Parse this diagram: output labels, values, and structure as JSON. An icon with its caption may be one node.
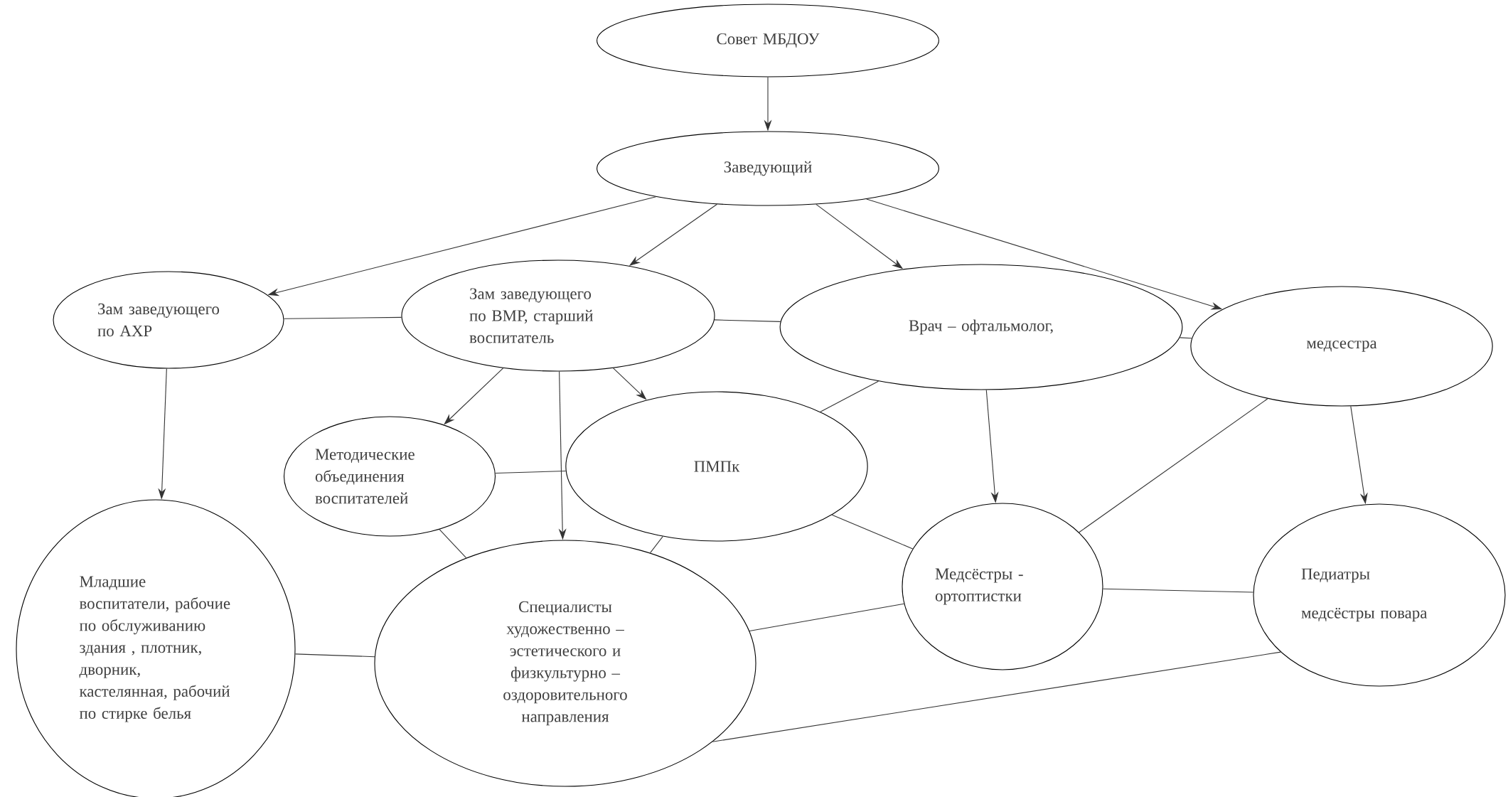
{
  "diagram": {
    "nodes": [
      {
        "text": [
          "Совет МБДОУ"
        ]
      },
      {
        "text": [
          "Заведующий"
        ]
      },
      {
        "text": [
          "Зам заведующего по АХР"
        ]
      },
      {
        "text": [
          "Зам заведующего по ВМР, старший воспитатель"
        ]
      },
      {
        "text": [
          "Врач – офтальмолог,"
        ]
      },
      {
        "text": [
          "медсестра"
        ]
      },
      {
        "text": [
          "Методические объединения воспитателей"
        ]
      },
      {
        "text": [
          "ПМПк"
        ]
      },
      {
        "text": [
          "Младшие воспитатели, рабочие по обслуживанию здания , плотник, дворник, кастелянная, рабочий по стирке белья"
        ]
      },
      {
        "text": [
          "Специалисты художественно – эстетического и физкультурно – оздоровительного направления"
        ]
      },
      {
        "text": [
          "Медсёстры - ортоптистки"
        ]
      },
      {
        "text": [
          "Педиатры",
          "медсёстры повара"
        ]
      }
    ],
    "edges": [
      {
        "from": 0,
        "to": 1,
        "arrow": "to"
      },
      {
        "from": 1,
        "to": 2,
        "arrow": "to"
      },
      {
        "from": 1,
        "to": 3,
        "arrow": "to"
      },
      {
        "from": 1,
        "to": 4,
        "arrow": "to"
      },
      {
        "from": 1,
        "to": 5,
        "arrow": "to"
      },
      {
        "from": 2,
        "to": 3,
        "arrow": "none"
      },
      {
        "from": 3,
        "to": 4,
        "arrow": "none"
      },
      {
        "from": 4,
        "to": 5,
        "arrow": "none"
      },
      {
        "from": 2,
        "to": 8,
        "arrow": "to"
      },
      {
        "from": 3,
        "to": 6,
        "arrow": "to"
      },
      {
        "from": 3,
        "to": 9,
        "arrow": "to"
      },
      {
        "from": 3,
        "to": 7,
        "arrow": "to"
      },
      {
        "from": 6,
        "to": 7,
        "arrow": "none"
      },
      {
        "from": 4,
        "to": 7,
        "arrow": "none"
      },
      {
        "from": 4,
        "to": 10,
        "arrow": "to"
      },
      {
        "from": 5,
        "to": 10,
        "arrow": "none"
      },
      {
        "from": 5,
        "to": 11,
        "arrow": "to"
      },
      {
        "from": 7,
        "to": 10,
        "arrow": "none"
      },
      {
        "from": 6,
        "to": 9,
        "arrow": "none"
      },
      {
        "from": 7,
        "to": 9,
        "arrow": "none"
      },
      {
        "from": 8,
        "to": 9,
        "arrow": "none"
      },
      {
        "from": 9,
        "to": 10,
        "arrow": "none"
      },
      {
        "from": 10,
        "to": 11,
        "arrow": "none"
      },
      {
        "from": 9,
        "to": 11,
        "arrow": "none"
      }
    ]
  }
}
